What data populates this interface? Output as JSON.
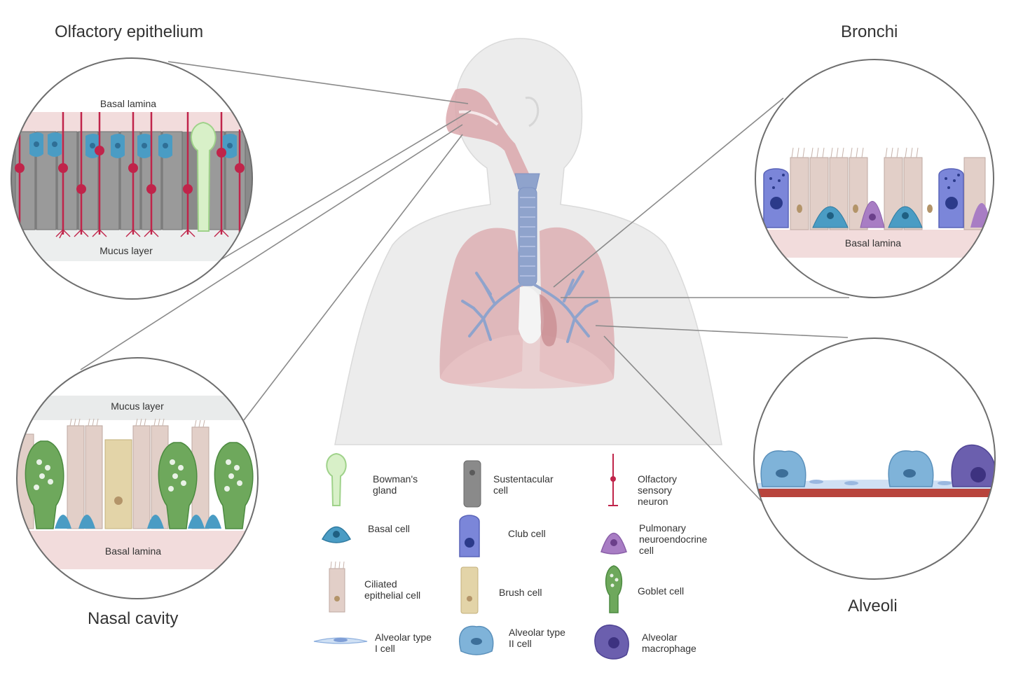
{
  "titles": {
    "olfactory_epithelium": "Olfactory epithelium",
    "bronchi": "Bronchi",
    "nasal_cavity": "Nasal cavity",
    "alveoli": "Alveoli"
  },
  "inset_labels": {
    "olfactory_basal_lamina": "Basal lamina",
    "olfactory_mucus_layer": "Mucus layer",
    "nasal_mucus_layer": "Mucus layer",
    "nasal_basal_lamina": "Basal lamina",
    "bronchi_basal_lamina": "Basal lamina"
  },
  "legend": {
    "bowmans_gland": "Bowman's\ngland",
    "sustentacular_cell": "Sustentacular\ncell",
    "olfactory_sensory_neuron": "Olfactory\nsensory\nneuron",
    "basal_cell": "Basal cell",
    "club_cell": "Club cell",
    "pulmonary_neuroendocrine_cell": "Pulmonary\nneuroendocrine\ncell",
    "ciliated_epithelial_cell": "Ciliated\nepithelial cell",
    "brush_cell": "Brush cell",
    "goblet_cell": "Goblet cell",
    "alveolar_type_1_cell": "Alveolar type\nI cell",
    "alveolar_type_2_cell": "Alveolar type\nII cell",
    "alveolar_macrophage": "Alveolar\nmacrophage"
  },
  "colors": {
    "body": "#ebebeb",
    "airway_pink": "#dba7ab",
    "trachea_blue": "#8fa3cc",
    "basal_cell": "#4a9cc4",
    "club_cell": "#7b86d9",
    "neuron": "#c0244a",
    "sustentacular": "#8a8a8a",
    "goblet": "#6ea85c",
    "ciliated": "#e2cfc8",
    "brush": "#e3d4a8",
    "neuroendocrine": "#a87dc4",
    "alveolar_type_2": "#7fb3d9",
    "macrophage": "#6b5fae",
    "basal_lamina": "#f2dcdc",
    "alveolar_wall": "#b8443c"
  }
}
